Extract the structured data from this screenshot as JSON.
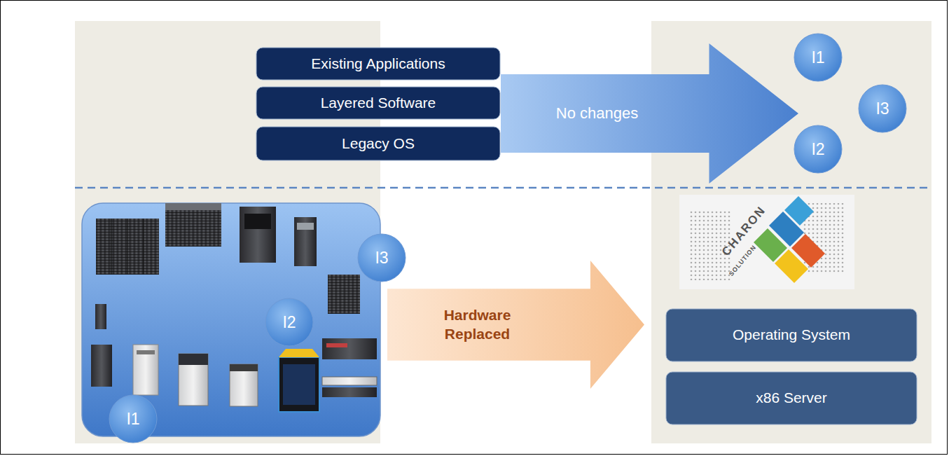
{
  "diagram": {
    "nodes": [
      {
        "text": [
          "Existing Applications"
        ]
      },
      {
        "text": [
          "Layered Software"
        ]
      },
      {
        "text": [
          "Legacy OS"
        ]
      },
      {
        "text": [
          "No changes"
        ]
      },
      {
        "text": [
          "I1"
        ]
      },
      {
        "text": [
          "I3"
        ]
      },
      {
        "text": [
          "I2"
        ]
      },
      {
        "text": [
          "I3"
        ]
      },
      {
        "text": [
          "I2"
        ]
      },
      {
        "text": [
          "I1"
        ]
      },
      {
        "text": [
          "Hardware Replaced"
        ]
      },
      {
        "text": [
          "Operating System"
        ]
      },
      {
        "text": [
          "x86 Server"
        ]
      }
    ],
    "labels": [
      "CHARON",
      "SOLUTION"
    ]
  }
}
